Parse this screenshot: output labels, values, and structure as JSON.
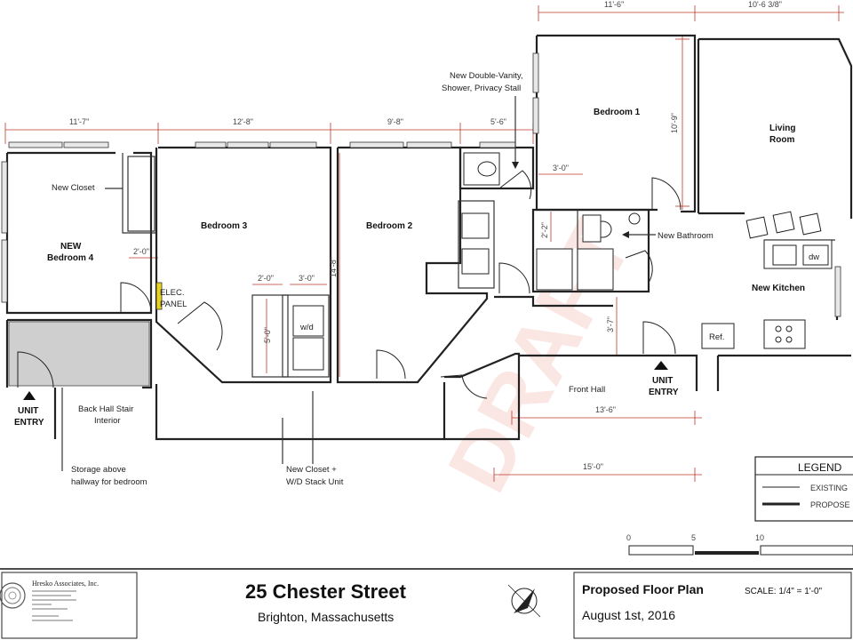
{
  "dimensions": {
    "d_11_7": "11'-7\"",
    "d_12_8": "12'-8\"",
    "d_9_8": "9'-8\"",
    "d_5_6": "5'-6\"",
    "d_11_6": "11'-6\"",
    "d_10_6_3_8": "10'-6 3/8\"",
    "d_10_9": "10'-9\"",
    "d_3_0_bath": "3'-0\"",
    "d_2_2": "2'-2\"",
    "d_2_0_closet": "2'-0\"",
    "d_2_0_a": "2'-0\"",
    "d_3_0_b": "3'-0\"",
    "d_5_0": "5'-0\"",
    "d_14_8": "14'-8\"",
    "d_3_7": "3'-7\"",
    "d_13_6": "13'-6\"",
    "d_15_0": "15'-0\""
  },
  "rooms": {
    "bedroom1": "Bedroom 1",
    "bedroom2": "Bedroom 2",
    "bedroom3": "Bedroom 3",
    "bedroom4_line1": "NEW",
    "bedroom4_line2": "Bedroom 4",
    "living_line1": "Living",
    "living_line2": "Room",
    "kitchen": "New Kitchen",
    "front_hall": "Front Hall"
  },
  "notes": {
    "vanity_line1": "New Double-Vanity,",
    "vanity_line2": "Shower, Privacy Stall",
    "new_closet": "New Closet",
    "new_bathroom": "New Bathroom",
    "elec_line1": "ELEC.",
    "elec_line2": "PANEL",
    "wd": "w/d",
    "ref": "Ref.",
    "dw": "dw",
    "unit_entry_left_1": "UNIT",
    "unit_entry_left_2": "ENTRY",
    "unit_entry_right_1": "UNIT",
    "unit_entry_right_2": "ENTRY",
    "back_hall_1": "Back Hall Stair",
    "back_hall_2": "Interior",
    "storage_1": "Storage above",
    "storage_2": "hallway for bedroom",
    "closet_wd_1": "New Closet +",
    "closet_wd_2": "W/D Stack Unit",
    "watermark": "DRAFT"
  },
  "legend": {
    "title": "LEGEND",
    "existing": "EXISTING",
    "proposed": "PROPOSE"
  },
  "scale_bar": {
    "t0": "0",
    "t5": "5",
    "t10": "10"
  },
  "title_block": {
    "firm_name": "Hresko Associates, Inc.",
    "address": "25 Chester Street",
    "city": "Brighton, Massachusetts",
    "sheet_title": "Proposed Floor Plan",
    "scale_label": "SCALE: 1/4\" = 1'-0\"",
    "date": "August 1st, 2016"
  },
  "colors": {
    "dimension_line": "#c0392b",
    "watermark": "#f4c9c0",
    "elec_panel": "#e8d21f"
  }
}
